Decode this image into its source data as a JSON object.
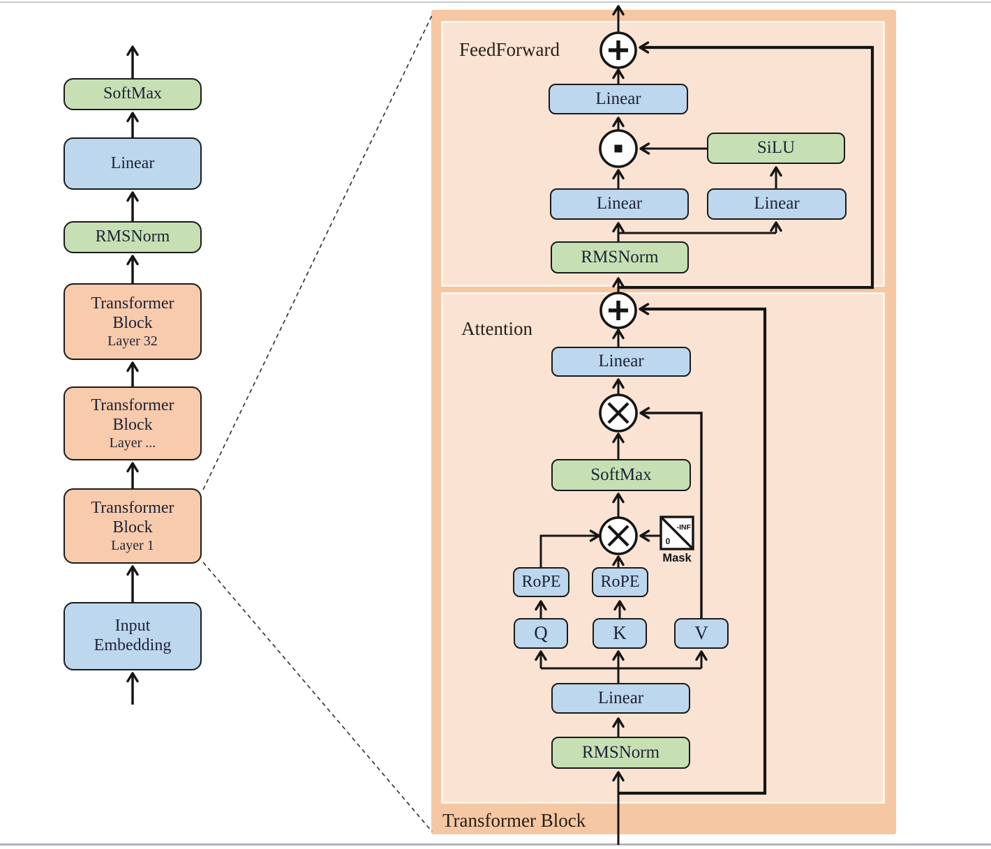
{
  "colors": {
    "blue_box": "#bdd7ee",
    "green_box": "#c6e0b4",
    "orange_box": "#f8cbad",
    "panel_outer": "#f5c7a3",
    "panel_inner": "#fae3d2",
    "line": "#151515",
    "frame_top": "#c9c9c9",
    "frame_bottom": "#aeb4bb"
  },
  "left_column": {
    "blocks": [
      {
        "label": "SoftMax"
      },
      {
        "label": "Linear"
      },
      {
        "label": "RMSNorm"
      },
      {
        "label": "Transformer Block",
        "sub": "Layer 32"
      },
      {
        "label": "Transformer Block",
        "sub": "Layer ..."
      },
      {
        "label": "Transformer Block",
        "sub": "Layer 1"
      },
      {
        "label": "Input Embedding"
      }
    ]
  },
  "panel": {
    "caption": "Transformer Block",
    "feedforward": {
      "section_label": "FeedForward",
      "linear_out": "Linear",
      "silu": "SiLU",
      "linear_left": "Linear",
      "linear_right": "Linear",
      "rmsnorm": "RMSNorm"
    },
    "attention": {
      "section_label": "Attention",
      "linear_out": "Linear",
      "softmax": "SoftMax",
      "rope_q": "RoPE",
      "rope_k": "RoPE",
      "q": "Q",
      "k": "K",
      "v": "V",
      "mask_label": "Mask",
      "mask_neg_inf": "-INF",
      "mask_zero": "0",
      "linear_in": "Linear",
      "rmsnorm": "RMSNorm"
    }
  }
}
